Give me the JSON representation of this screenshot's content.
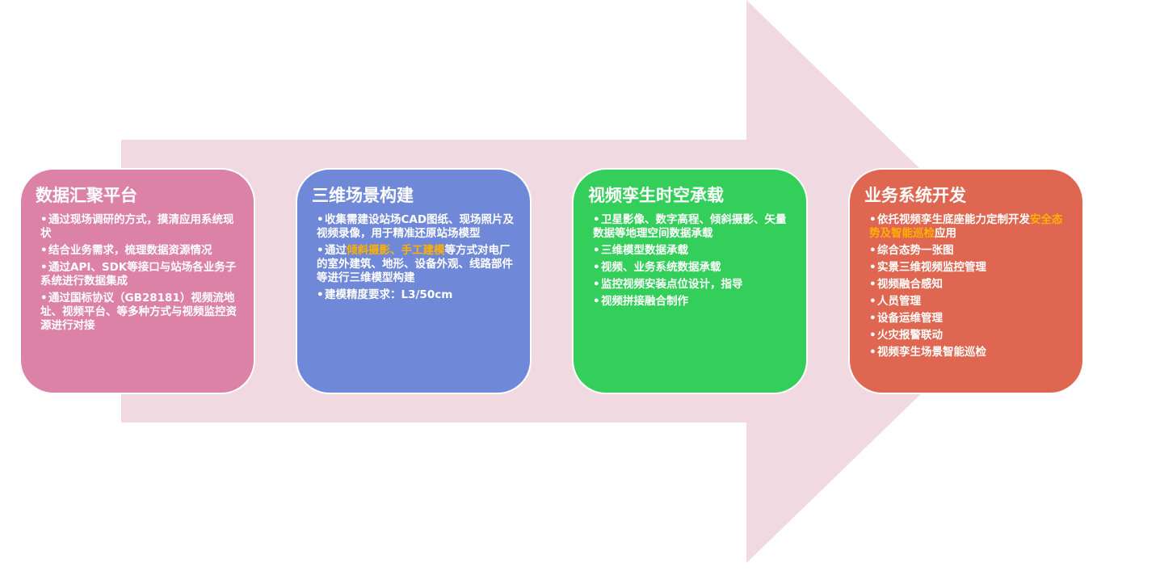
{
  "colors": {
    "arrow": "#f1d9e1",
    "highlight": "#ffb000"
  },
  "cards": [
    {
      "id": "data-aggregation",
      "color": "#dc82a6",
      "title": "数据汇聚平台",
      "items": [
        {
          "text": "通过现场调研的方式，摸清应用系统现状"
        },
        {
          "text": "结合业务需求，梳理数据资源情况"
        },
        {
          "text": "通过API、SDK等接口与站场各业务子系统进行数据集成"
        },
        {
          "text": "通过国标协议（GB28181）视频流地址、视频平台、等多种方式与视频监控资源进行对接"
        }
      ]
    },
    {
      "id": "3d-scene",
      "color": "#7088d8",
      "title": "三维场景构建",
      "items": [
        {
          "text": "收集需建设站场CAD图纸、现场照片及视频录像，用于精准还原站场模型"
        },
        {
          "pre": "通过",
          "highlight": "倾斜摄影、手工建模",
          "post": "等方式对电厂的室外建筑、地形、设备外观、线路部件等进行三维模型构建"
        },
        {
          "text": "建模精度要求：L3/50cm"
        }
      ]
    },
    {
      "id": "video-twin",
      "color": "#34cf5a",
      "title": "视频孪生时空承载",
      "items": [
        {
          "text": "卫星影像、数字高程、倾斜摄影、矢量数据等地理空间数据承载"
        },
        {
          "text": "三维模型数据承载"
        },
        {
          "text": "视频、业务系统数据承载"
        },
        {
          "text": "监控视频安装点位设计，指导"
        },
        {
          "text": "视频拼接融合制作"
        }
      ]
    },
    {
      "id": "business-dev",
      "color": "#df6650",
      "title": "业务系统开发",
      "items": [
        {
          "pre": "依托视频孪生底座能力定制开发",
          "highlight": "安全态势及智能巡检",
          "post": "应用"
        },
        {
          "text": "综合态势一张图"
        },
        {
          "text": "实景三维视频监控管理"
        },
        {
          "text": "视频融合感知"
        },
        {
          "text": "人员管理"
        },
        {
          "text": "设备运维管理"
        },
        {
          "text": "火灾报警联动"
        },
        {
          "text": "视频孪生场景智能巡检"
        }
      ]
    }
  ]
}
